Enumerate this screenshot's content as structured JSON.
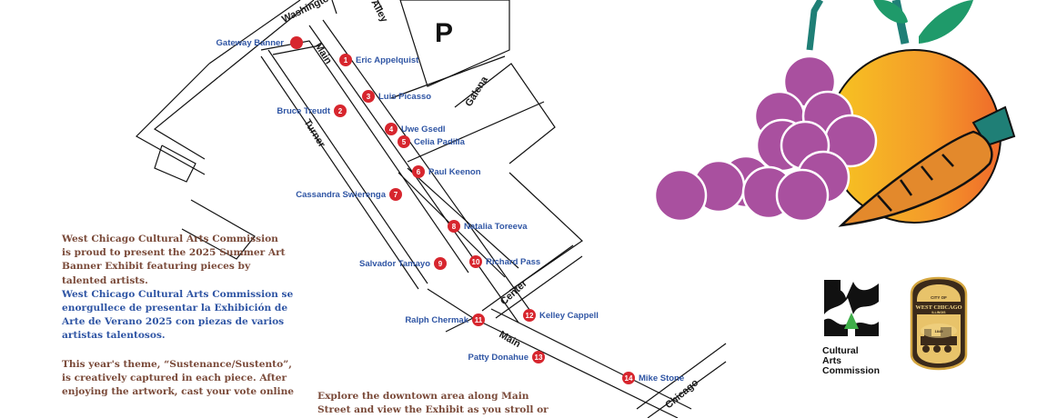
{
  "map": {
    "parking_label": "P",
    "streets": {
      "washington": "Washington",
      "alley": "Alley",
      "main": "Main",
      "main_lower": "Main",
      "galena": "Galena",
      "turner": "Turner",
      "center": "Center",
      "chicago": "Chicago"
    },
    "markers": [
      {
        "num": "1",
        "name": "Eric Appelquist"
      },
      {
        "num": "2",
        "name": "Bruce Treudt"
      },
      {
        "num": "3",
        "name": "Luis Picasso"
      },
      {
        "num": "4",
        "name": "Uwe Gsedl"
      },
      {
        "num": "5",
        "name": "Celia Padilla"
      },
      {
        "num": "6",
        "name": "Paul Keenon"
      },
      {
        "num": "7",
        "name": "Cassandra Swierenga"
      },
      {
        "num": "8",
        "name": "Natalia Toreeva"
      },
      {
        "num": "9",
        "name": "Salvador Tamayo"
      },
      {
        "num": "10",
        "name": "Richard Pass"
      },
      {
        "num": "11",
        "name": "Ralph Chermak"
      },
      {
        "num": "12",
        "name": "Kelley Cappell"
      },
      {
        "num": "13",
        "name": "Patty Donahue"
      },
      {
        "num": "14",
        "name": "Mike Stone"
      }
    ],
    "gateway_label": "Gateway Banner"
  },
  "intro": {
    "english_lines": [
      "West Chicago Cultural Arts Commission",
      "is proud to present the 2025 Summer Art",
      "Banner Exhibit featuring pieces by",
      "talented artists."
    ],
    "spanish_lines": [
      "West Chicago Cultural Arts Commission se",
      "enorgullece de presentar la Exhibición de",
      "Arte de Verano 2025 con piezas de varios",
      "artistas talentosos."
    ],
    "theme_lines": [
      "This year's theme, “Sustenance/Sustento”,",
      "is creatively captured in each piece. After",
      "enjoying the artwork, cast your vote online"
    ]
  },
  "explore": {
    "lines": [
      "Explore the downtown area along Main",
      "Street and view the Exhibit as you stroll or"
    ]
  },
  "logos": {
    "cac_name_lines": [
      "Cultural",
      "Arts",
      "Commission"
    ],
    "badge_top": "CITY OF",
    "badge_city": "WEST CHICAGO",
    "badge_state": "ILLINOIS",
    "badge_year": "1849"
  },
  "colors": {
    "marker_red": "#d7262e",
    "label_blue": "#2f55a4",
    "text_brown": "#7a4a39",
    "grape_purple": "#a9509f",
    "fruit_orange": "#f08a24",
    "leaf_green": "#1f7f76",
    "carrot_orange": "#e3892c",
    "badge_brown": "#3b2a1a",
    "badge_gold": "#d4a640"
  }
}
